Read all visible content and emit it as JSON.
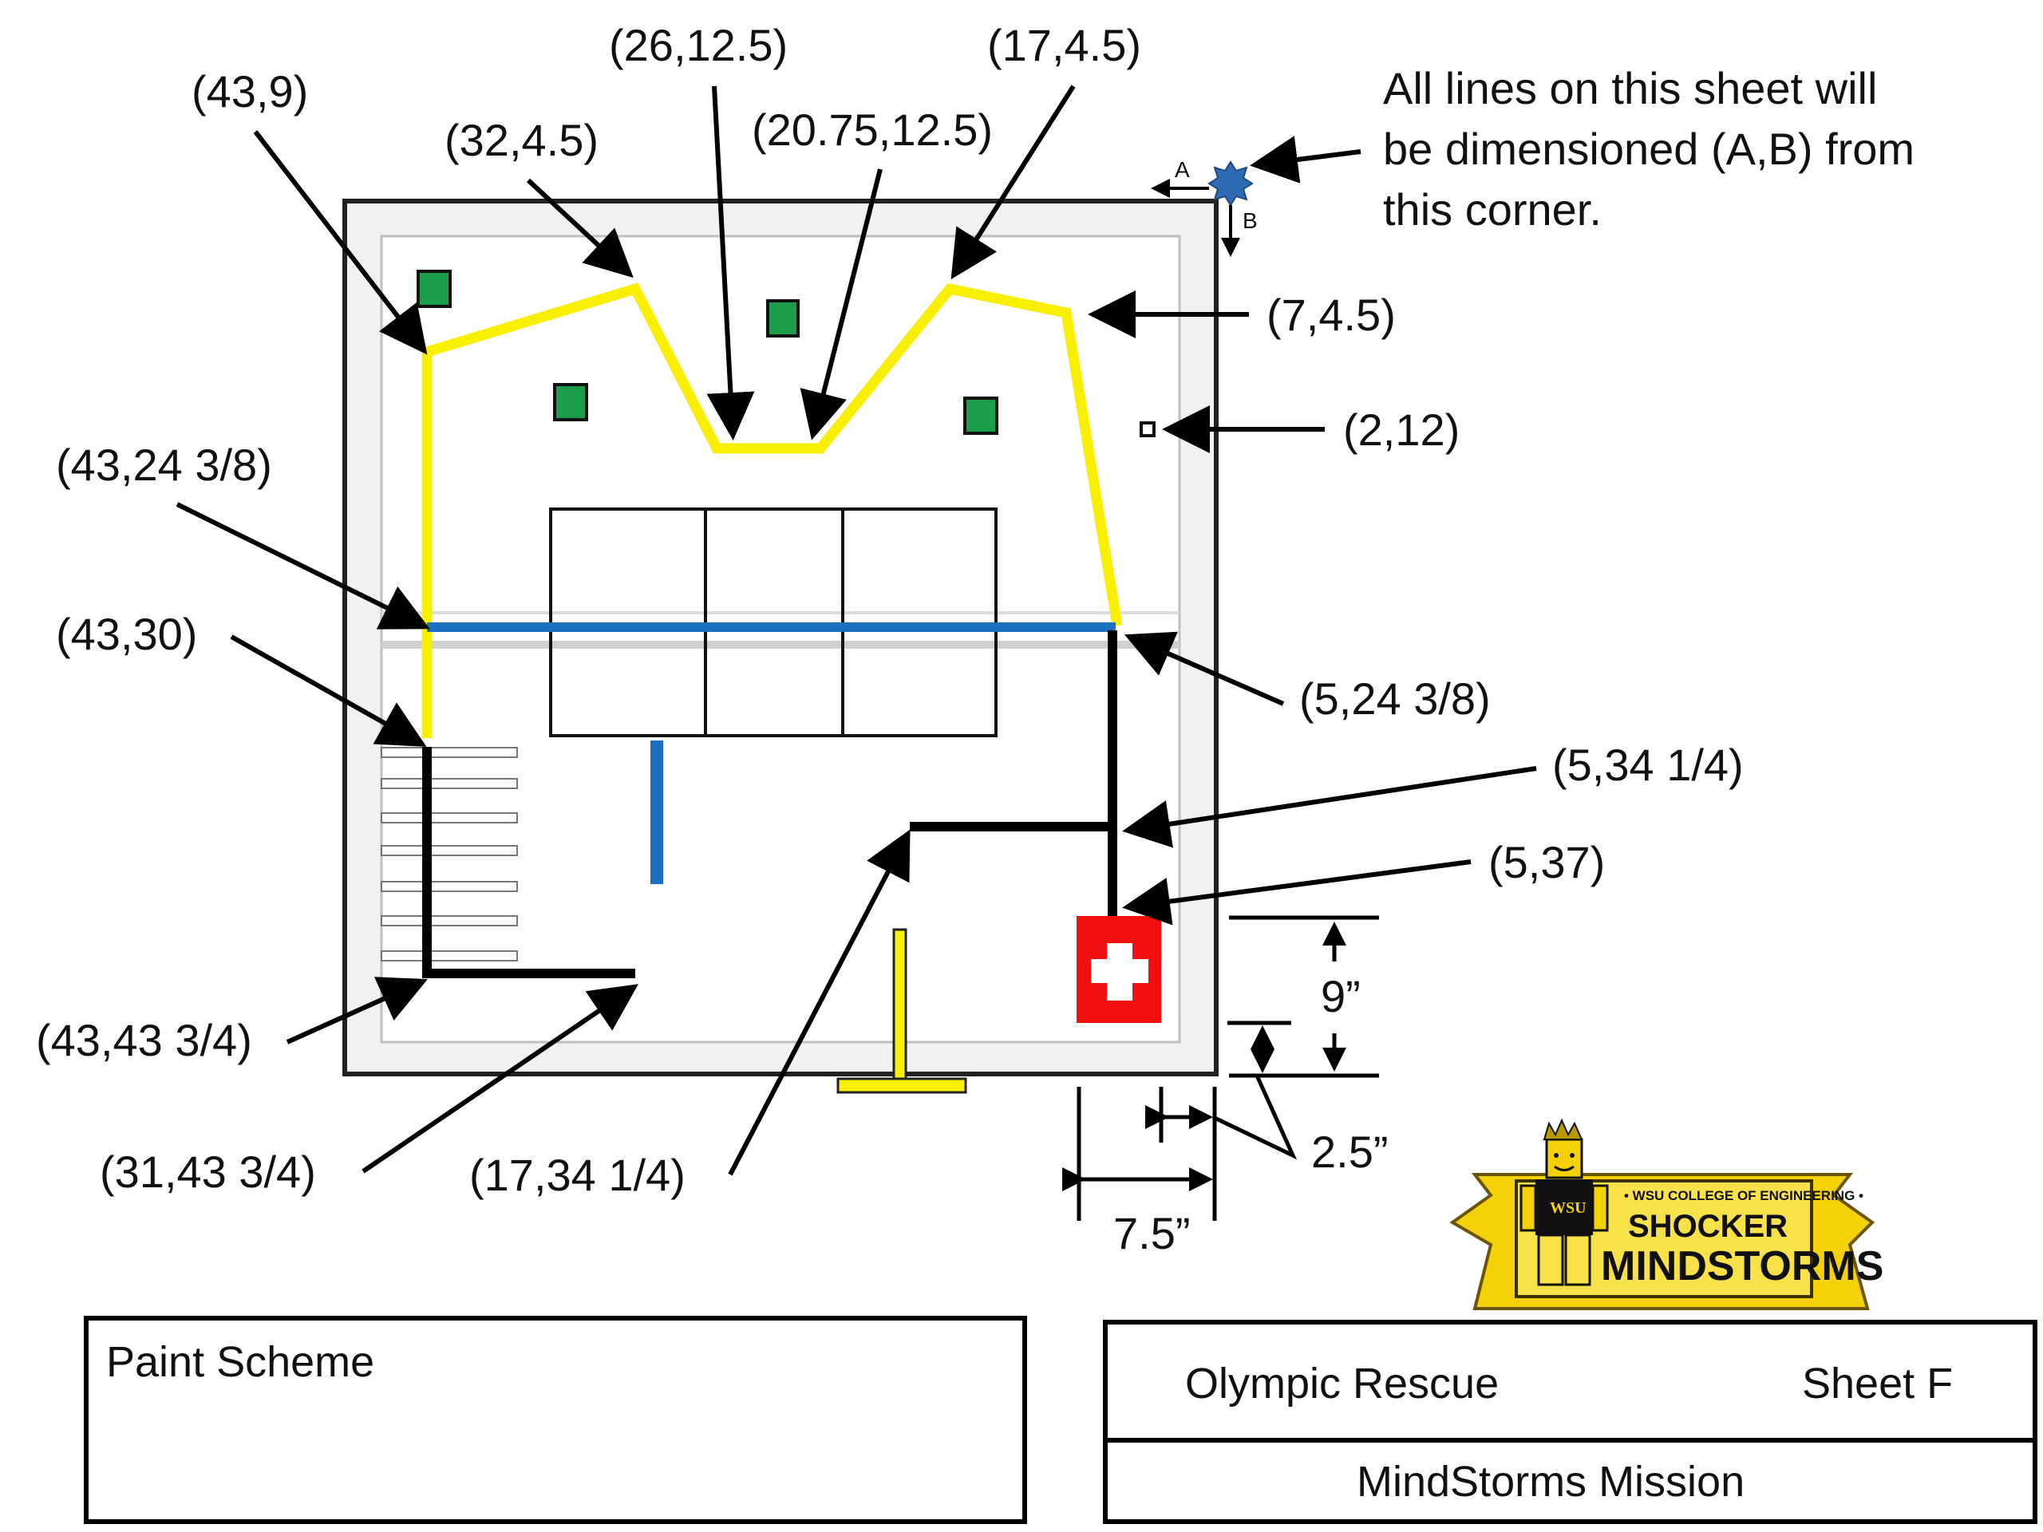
{
  "note": {
    "line1": "All lines on this sheet will",
    "line2": "be dimensioned (A,B) from",
    "line3": "this corner.",
    "axis_a": "A",
    "axis_b": "B"
  },
  "labels": {
    "p_43_9": "(43,9)",
    "p_32_4_5": "(32,4.5)",
    "p_26_12_5": "(26,12.5)",
    "p_20_75_12_5": "(20.75,12.5)",
    "p_17_4_5": "(17,4.5)",
    "p_7_4_5": "(7,4.5)",
    "p_2_12": "(2,12)",
    "p_43_24_3_8": "(43,24 3/8)",
    "p_43_30": "(43,30)",
    "p_5_24_3_8": "(5,24 3/8)",
    "p_5_34_1_4": "(5,34 1/4)",
    "p_5_37": "(5,37)",
    "p_43_43_3_4": "(43,43 3/4)",
    "p_31_43_3_4": "(31,43 3/4)",
    "p_17_34_1_4": "(17,34 1/4)"
  },
  "dimensions": {
    "nine": "9”",
    "two_five": "2.5”",
    "seven_five": "7.5”"
  },
  "title_block": {
    "paint_scheme": "Paint Scheme",
    "mission_name": "Olympic Rescue",
    "sheet": "Sheet F",
    "footer": "MindStorms Mission"
  },
  "logo": {
    "college": "• WSU COLLEGE OF ENGINEERING •",
    "line1": "SHOCKER",
    "line2": "MINDSTORMS",
    "shirt": "WSU"
  },
  "colors": {
    "yellow_line": "#f8f000",
    "blue_line": "#1a6fc0",
    "black_line": "#000000",
    "green_marker": "#1b9e4b",
    "red_cross": "#f01010",
    "mat_fill": "#f2f2f2",
    "border": "#222222"
  }
}
